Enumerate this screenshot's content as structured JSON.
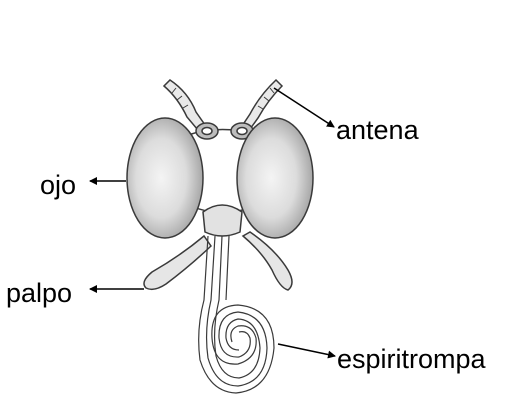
{
  "labels": {
    "antena": "antena",
    "ojo": "ojo",
    "palpo": "palpo",
    "espiritrompa": "espiritrompa"
  },
  "colors": {
    "background": "#ffffff",
    "ink": "#000000",
    "outline": "#3a3a3a",
    "shade": "#d4d4d4"
  }
}
